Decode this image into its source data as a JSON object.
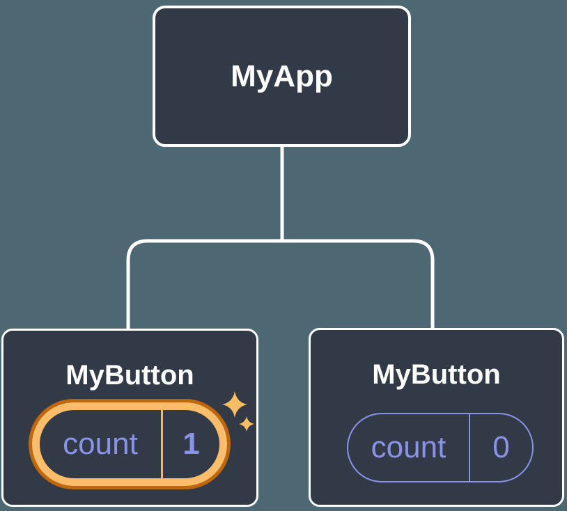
{
  "diagram": {
    "description": "React component tree with state",
    "root": {
      "label": "MyApp"
    },
    "children": [
      {
        "label": "MyButton",
        "state": {
          "name": "count",
          "value": "1"
        },
        "highlighted": true,
        "has_sparkles": true
      },
      {
        "label": "MyButton",
        "state": {
          "name": "count",
          "value": "0"
        },
        "highlighted": false,
        "has_sparkles": false
      }
    ],
    "colors": {
      "background": "#4d6872",
      "node_fill": "#333a47",
      "node_border": "#ffffff",
      "connector": "#ffffff",
      "state_text": "#8a93e8",
      "highlight_ring_outer": "#c1670b",
      "highlight_ring_inner": "#fbbd69",
      "highlight_divider": "#f5b860",
      "sparkle": "#f9bd63"
    }
  }
}
